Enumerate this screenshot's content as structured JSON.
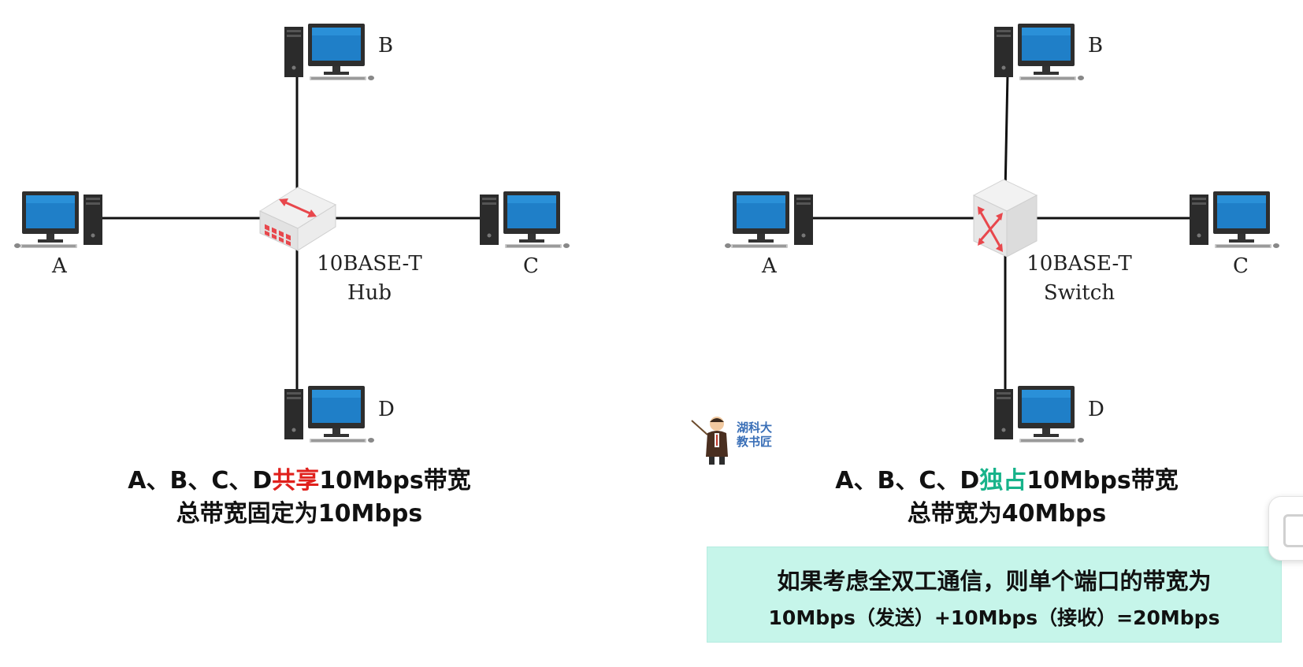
{
  "left_diagram": {
    "device_label": "10BASE-T",
    "device_type": "Hub",
    "nodes": [
      "A",
      "B",
      "C",
      "D"
    ],
    "caption_line1_prefix": "A、B、C、D",
    "caption_line1_highlight": "共享",
    "caption_line1_suffix": "10Mbps带宽",
    "caption_line2": "总带宽固定为10Mbps"
  },
  "right_diagram": {
    "device_label": "10BASE-T",
    "device_type": "Switch",
    "nodes": [
      "A",
      "B",
      "C",
      "D"
    ],
    "caption_line1_prefix": "A、B、C、D",
    "caption_line1_highlight": "独占",
    "caption_line1_suffix": "10Mbps带宽",
    "caption_line2": "总带宽为40Mbps"
  },
  "note": {
    "line1": "如果考虑全双工通信，则单个端口的带宽为",
    "line2": "10Mbps（发送）+10Mbps（接收）=20Mbps"
  },
  "watermark": {
    "line1": "湖科大",
    "line2": "教书匠"
  },
  "colors": {
    "highlight_red": "#e0201c",
    "highlight_green": "#17b38a",
    "note_background": "#c6f5ea",
    "monitor_screen": "#1f7fc8",
    "device_arrow": "#e8474c"
  }
}
